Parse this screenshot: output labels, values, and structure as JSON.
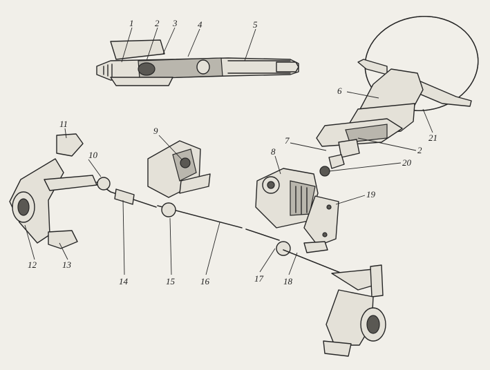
{
  "diagram": {
    "labels": [
      {
        "id": "1",
        "text": "1"
      },
      {
        "id": "2",
        "text": "2"
      },
      {
        "id": "3",
        "text": "3"
      },
      {
        "id": "4",
        "text": "4"
      },
      {
        "id": "5",
        "text": "5"
      },
      {
        "id": "6",
        "text": "6"
      },
      {
        "id": "2b",
        "text": "2"
      },
      {
        "id": "7",
        "text": "7"
      },
      {
        "id": "8",
        "text": "8"
      },
      {
        "id": "9",
        "text": "9"
      },
      {
        "id": "10",
        "text": "10"
      },
      {
        "id": "11",
        "text": "11"
      },
      {
        "id": "12",
        "text": "12"
      },
      {
        "id": "13",
        "text": "13"
      },
      {
        "id": "14",
        "text": "14"
      },
      {
        "id": "15",
        "text": "15"
      },
      {
        "id": "16",
        "text": "16"
      },
      {
        "id": "17",
        "text": "17"
      },
      {
        "id": "18",
        "text": "18"
      },
      {
        "id": "19",
        "text": "19"
      },
      {
        "id": "20",
        "text": "20"
      },
      {
        "id": "21",
        "text": "21"
      }
    ]
  }
}
